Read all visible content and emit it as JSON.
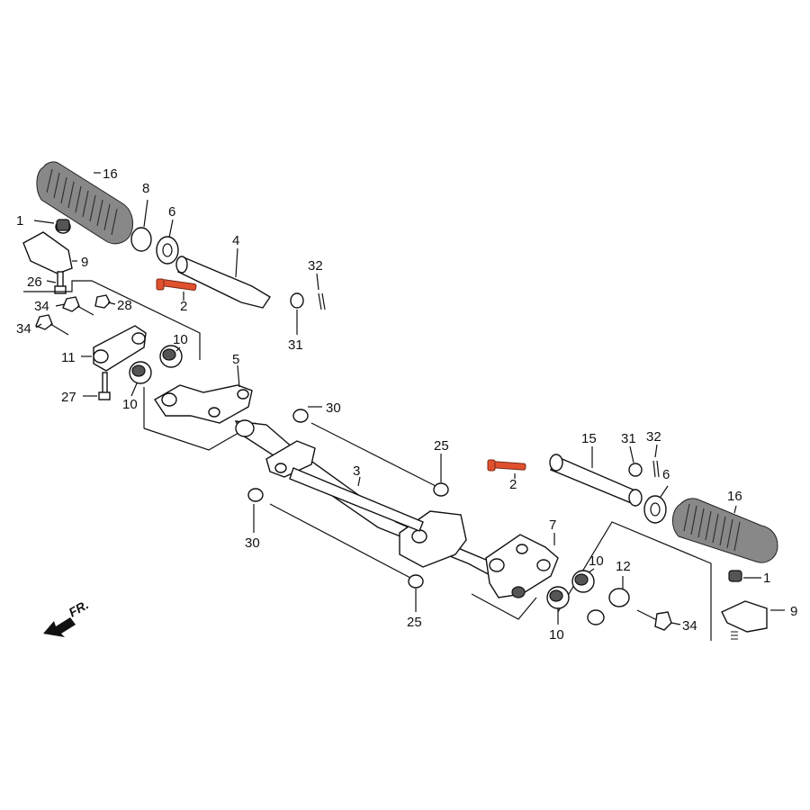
{
  "labels": {
    "grip_left": "16",
    "collar_left": "1",
    "cover_left": "9",
    "bolt_26": "26",
    "collar_8": "8",
    "washer_6_left": "6",
    "pipe_4": "4",
    "pin_2_left": "2",
    "cotter_32_left": "32",
    "washer_31_left": "31",
    "bolt_34_a": "34",
    "nut_28": "28",
    "bolt_34_b": "34",
    "bracket_11": "11",
    "rubber_10_upper": "10",
    "rubber_10_lower": "10",
    "bolt_27": "27",
    "holder_5": "5",
    "washer_30_upper": "30",
    "stay_3": "3",
    "bolt_25_upper": "25",
    "pin_2_right": "2",
    "pipe_15": "15",
    "washer_31_right": "31",
    "cotter_32_right": "32",
    "washer_6_right": "6",
    "grip_right": "16",
    "collar_right": "1",
    "cover_right": "9",
    "washer_30_lower": "30",
    "holder_7": "7",
    "rubber_10_right_upper": "10",
    "collar_12": "12",
    "rubber_10_right_lower": "10",
    "bolt_34_right": "34",
    "bolt_25_lower": "25"
  },
  "direction": "FR.",
  "colors": {
    "highlight": "#e0502d",
    "ink": "#111111"
  }
}
